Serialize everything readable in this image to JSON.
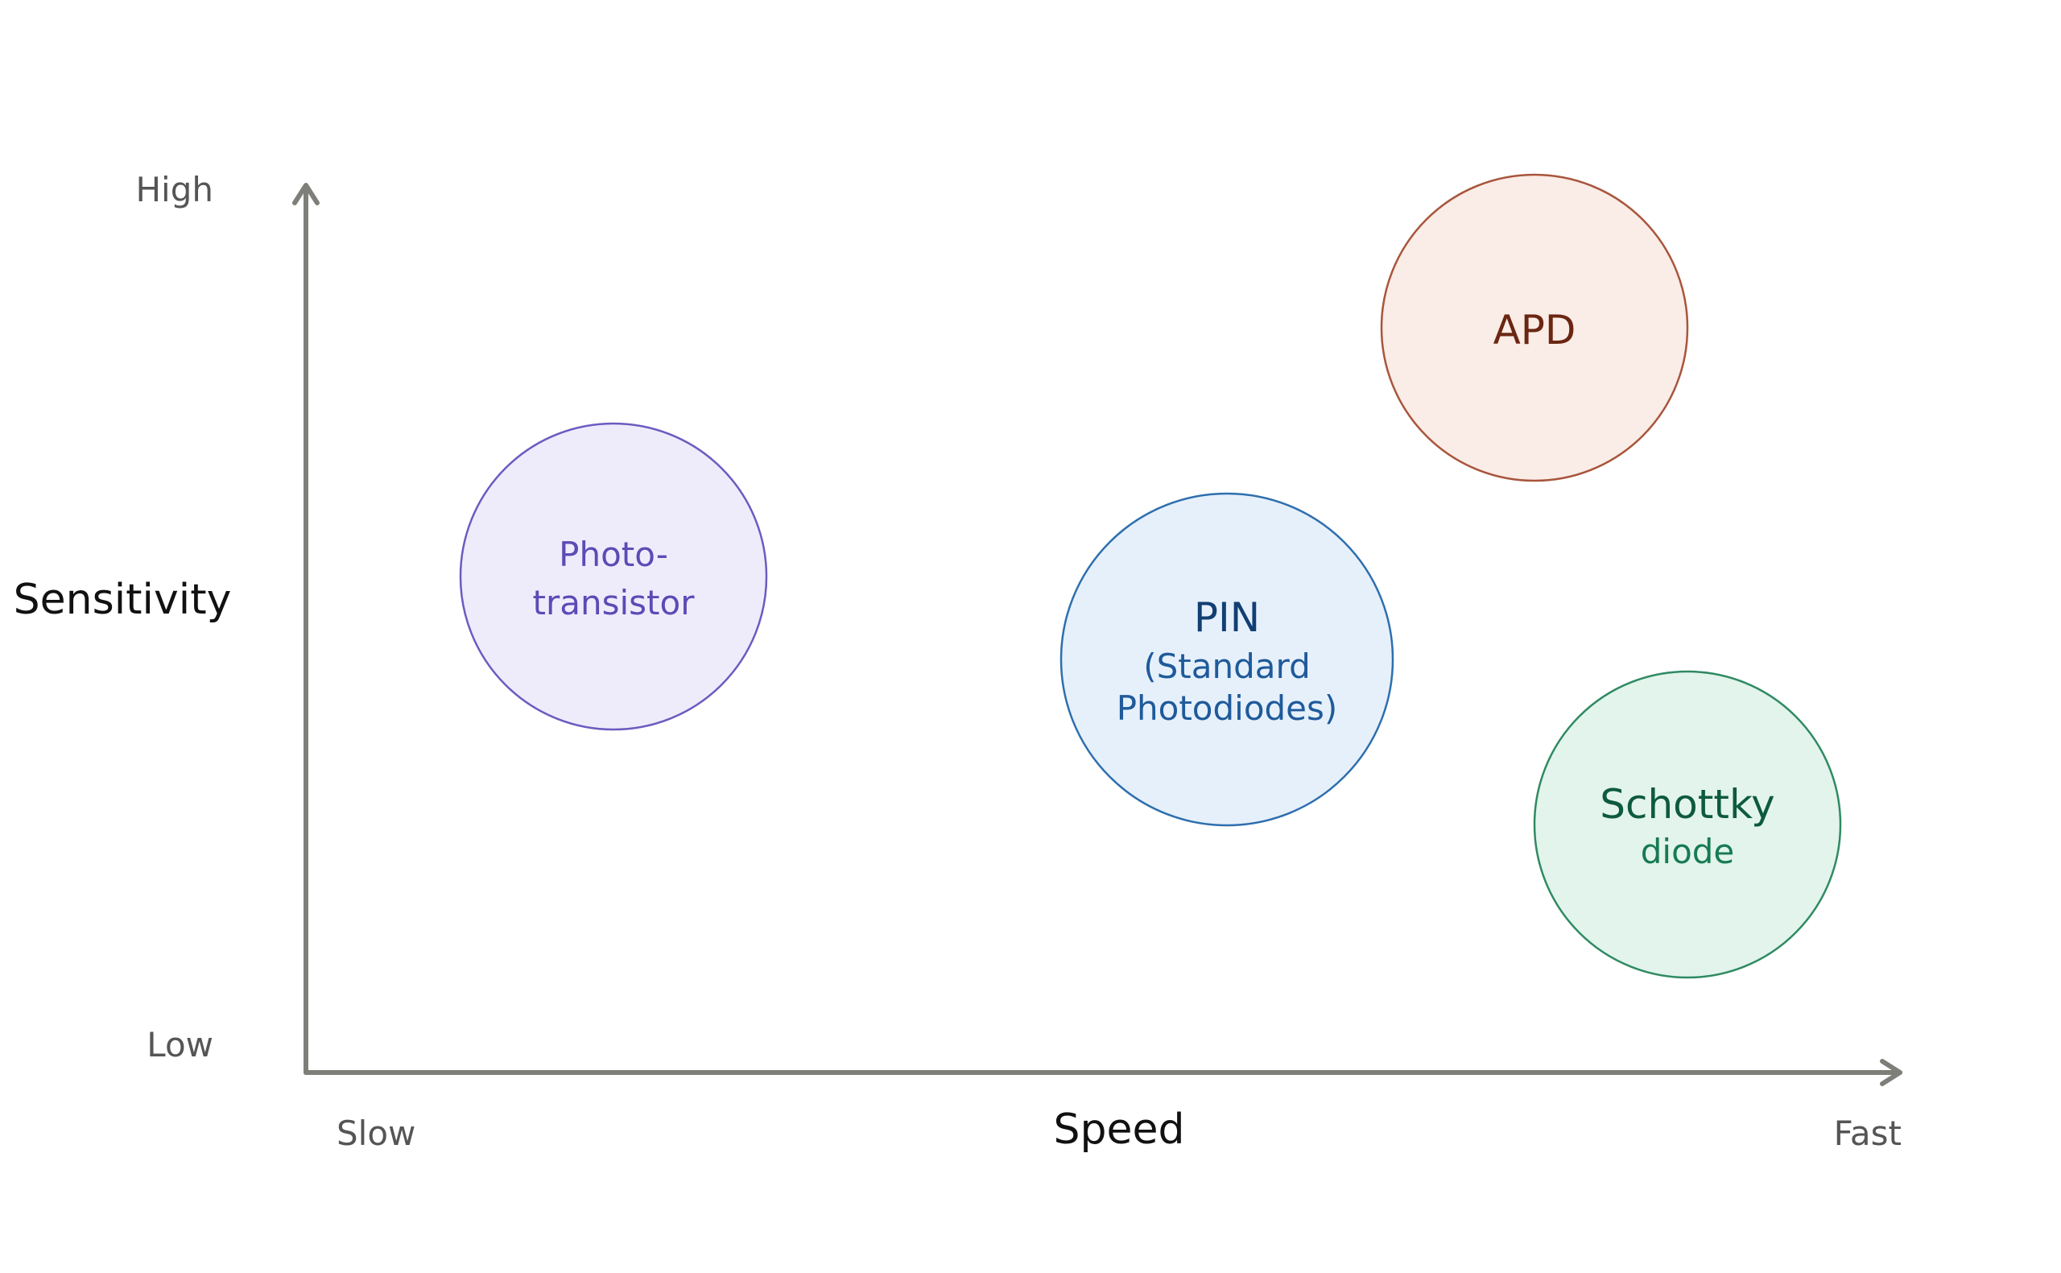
{
  "x_axis": {
    "title": "Speed",
    "low_label": "Slow",
    "high_label": "Fast"
  },
  "y_axis": {
    "title": "Sensitivity",
    "low_label": "Low",
    "high_label": "High"
  },
  "axis_color": "#7f7f7a",
  "bubbles": [
    {
      "id": "phototransistor",
      "lines": [
        "Photo-",
        "transistor"
      ],
      "fill": "#eeecfb",
      "stroke": "#6a5cc0",
      "text_color": "#5b4bb5"
    },
    {
      "id": "pin",
      "lines": [
        "PIN",
        "(Standard",
        "Photodiodes)"
      ],
      "fill": "#e6f0fb",
      "stroke": "#2e6fae",
      "text_color": "#1f5a9a",
      "title_color": "#123f73"
    },
    {
      "id": "apd",
      "lines": [
        "APD"
      ],
      "fill": "#faece6",
      "stroke": "#a8553c",
      "text_color": "#6b2612"
    },
    {
      "id": "schottky",
      "lines": [
        "Schottky",
        "diode"
      ],
      "fill": "#e2f4ec",
      "stroke": "#2f8a62",
      "text_color": "#177a55",
      "title_color": "#0e5a3f"
    }
  ]
}
